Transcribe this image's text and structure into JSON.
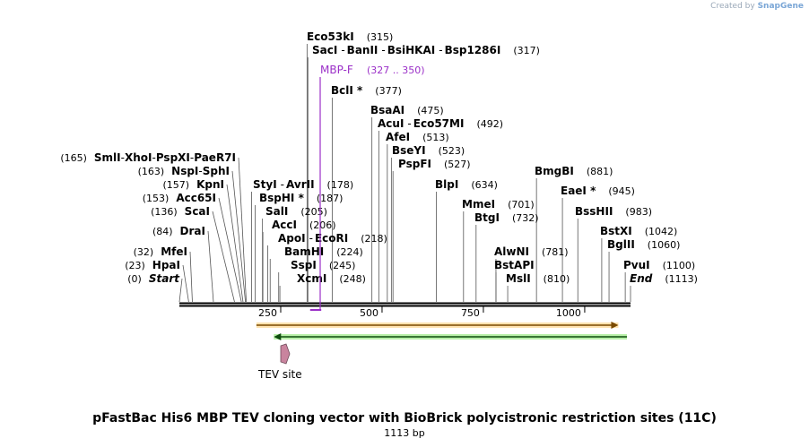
{
  "credit": {
    "prefix": "Created by",
    "brand": "SnapGene"
  },
  "title": "pFastBac His6 MBP TEV cloning vector with BioBrick polycistronic restriction sites (11C)",
  "subtitle": "1113 bp",
  "sequence_length": 1113,
  "axis_ticks": [
    {
      "pos": 250,
      "label": "250"
    },
    {
      "pos": 500,
      "label": "500"
    },
    {
      "pos": 750,
      "label": "750"
    },
    {
      "pos": 1000,
      "label": "1000"
    }
  ],
  "left_sites": [
    {
      "names": [
        "SmlI",
        "XhoI",
        "PspXI",
        "PaeR7I"
      ],
      "pos": 165,
      "pos_label": "(165)"
    },
    {
      "names": [
        "NspI",
        "SphI"
      ],
      "pos": 163,
      "pos_label": "(163)"
    },
    {
      "names": [
        "KpnI"
      ],
      "pos": 157,
      "pos_label": "(157)"
    },
    {
      "names": [
        "Acc65I"
      ],
      "pos": 153,
      "pos_label": "(153)"
    },
    {
      "names": [
        "ScaI"
      ],
      "pos": 136,
      "pos_label": "(136)"
    },
    {
      "names": [
        "DraI"
      ],
      "pos": 84,
      "pos_label": "(84)"
    },
    {
      "names": [
        "MfeI"
      ],
      "pos": 32,
      "pos_label": "(32)"
    },
    {
      "names": [
        "HpaI"
      ],
      "pos": 23,
      "pos_label": "(23)"
    },
    {
      "names": [
        "Start"
      ],
      "pos": 0,
      "pos_label": "(0)",
      "italic": true
    }
  ],
  "right_sites": [
    {
      "names": [
        "Eco53kI"
      ],
      "pos": 315,
      "pos_label": "(315)"
    },
    {
      "names": [
        "SacI",
        "BanII",
        "BsiHKAI",
        "Bsp1286I"
      ],
      "pos": 317,
      "pos_label": "(317)"
    },
    {
      "names": [
        "BclI *"
      ],
      "pos": 377,
      "pos_label": "(377)"
    },
    {
      "names": [
        "BsaAI"
      ],
      "pos": 475,
      "pos_label": "(475)"
    },
    {
      "names": [
        "AcuI",
        "Eco57MI"
      ],
      "pos": 492,
      "pos_label": "(492)"
    },
    {
      "names": [
        "AfeI"
      ],
      "pos": 513,
      "pos_label": "(513)"
    },
    {
      "names": [
        "BseYI"
      ],
      "pos": 523,
      "pos_label": "(523)"
    },
    {
      "names": [
        "PspFI"
      ],
      "pos": 527,
      "pos_label": "(527)"
    },
    {
      "names": [
        "BlpI"
      ],
      "pos": 634,
      "pos_label": "(634)"
    },
    {
      "names": [
        "BmgBI"
      ],
      "pos": 881,
      "pos_label": "(881)"
    },
    {
      "names": [
        "EaeI *"
      ],
      "pos": 945,
      "pos_label": "(945)"
    },
    {
      "names": [
        "MmeI"
      ],
      "pos": 701,
      "pos_label": "(701)"
    },
    {
      "names": [
        "BtgI"
      ],
      "pos": 732,
      "pos_label": "(732)"
    },
    {
      "names": [
        "BssHII"
      ],
      "pos": 983,
      "pos_label": "(983)"
    },
    {
      "names": [
        "StyI",
        "AvrII"
      ],
      "pos": 178,
      "pos_label": "(178)"
    },
    {
      "names": [
        "BspHI *"
      ],
      "pos": 187,
      "pos_label": "(187)"
    },
    {
      "names": [
        "SalI"
      ],
      "pos": 205,
      "pos_label": "(205)"
    },
    {
      "names": [
        "AccI"
      ],
      "pos": 206,
      "pos_label": "(206)"
    },
    {
      "names": [
        "ApoI",
        "EcoRI"
      ],
      "pos": 218,
      "pos_label": "(218)"
    },
    {
      "names": [
        "BamHI"
      ],
      "pos": 224,
      "pos_label": "(224)"
    },
    {
      "names": [
        "SspI"
      ],
      "pos": 245,
      "pos_label": "(245)"
    },
    {
      "names": [
        "XcmI"
      ],
      "pos": 248,
      "pos_label": "(248)"
    },
    {
      "names": [
        "BstXI"
      ],
      "pos": 1042,
      "pos_label": "(1042)"
    },
    {
      "names": [
        "BglII"
      ],
      "pos": 1060,
      "pos_label": "(1060)"
    },
    {
      "names": [
        "AlwNI"
      ],
      "pos": 781,
      "pos_label": "(781)"
    },
    {
      "names": [
        "BstAPI"
      ],
      "pos": 781,
      "pos_label": ""
    },
    {
      "names": [
        "MslI"
      ],
      "pos": 810,
      "pos_label": "(810)"
    },
    {
      "names": [
        "PvuI"
      ],
      "pos": 1100,
      "pos_label": "(1100)"
    },
    {
      "names": [
        "End"
      ],
      "pos": 1113,
      "pos_label": "(1113)",
      "italic": true
    }
  ],
  "primer": {
    "name": "MBP-F",
    "range_label": "(327 .. 350)",
    "start": 327,
    "end": 350,
    "color": "#9b30c8"
  },
  "features": [
    {
      "name": "orange-feature",
      "start": 190,
      "end": 1083,
      "direction": "forward",
      "color": "#f5a623"
    },
    {
      "name": "green-feature",
      "start": 233,
      "end": 1113,
      "direction": "reverse",
      "color": "#2ea82e"
    },
    {
      "name": "TEV site",
      "start": 250,
      "end": 270,
      "direction": "forward",
      "color": "#c9849e",
      "label": "TEV site"
    }
  ],
  "colors": {
    "backbone": "#000000",
    "site_line": "#555555",
    "label": "#000000"
  }
}
